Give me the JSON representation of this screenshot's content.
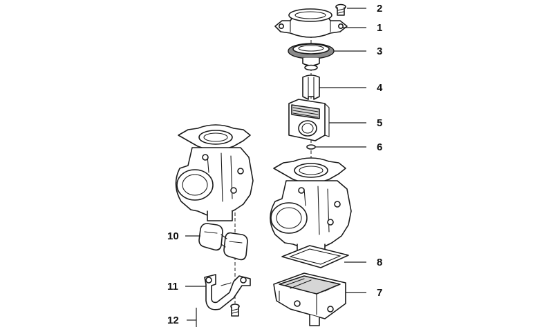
{
  "callouts": {
    "c1": "1",
    "c2": "2",
    "c3": "3",
    "c4": "4",
    "c5": "5",
    "c6": "6",
    "c7": "7",
    "c8": "8",
    "c10": "10",
    "c11": "11",
    "c12": "12"
  }
}
